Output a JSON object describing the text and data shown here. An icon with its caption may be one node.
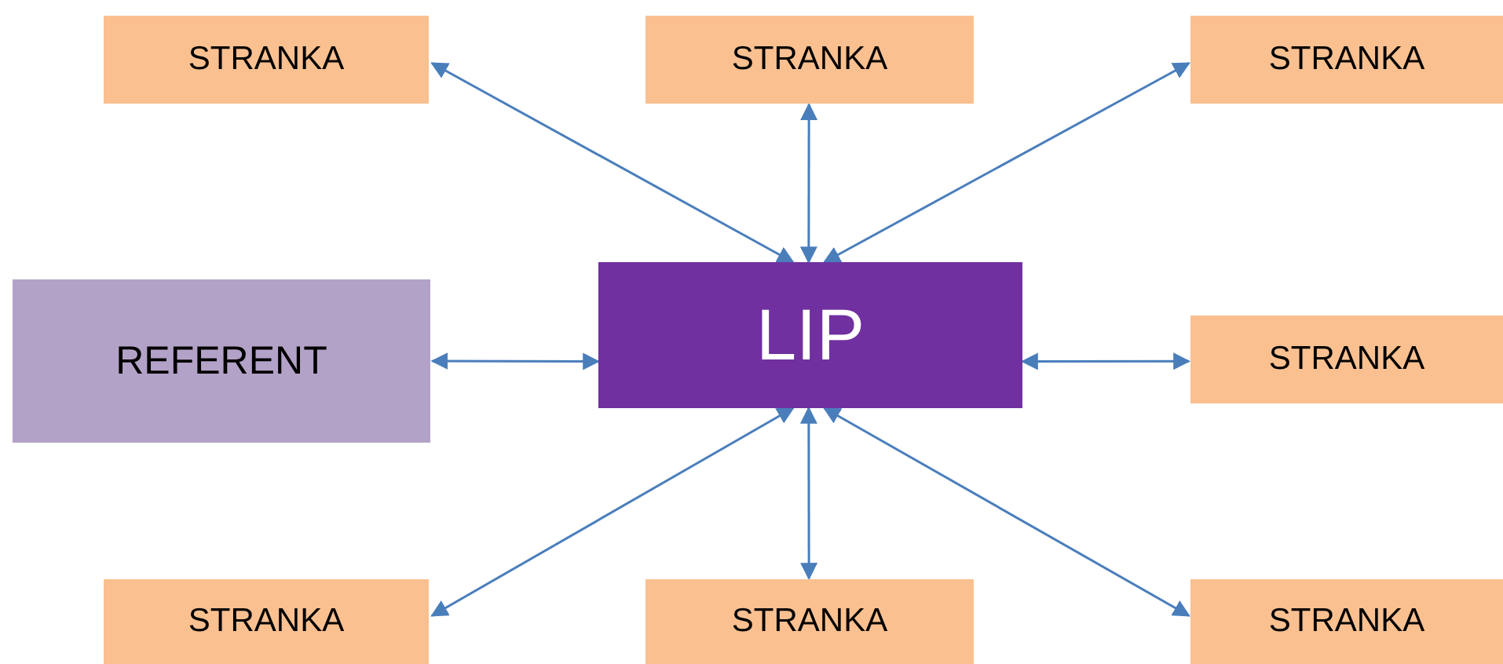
{
  "diagram": {
    "nodes": [
      {
        "text": [
          "STRANKA"
        ]
      },
      {
        "text": [
          "STRANKA"
        ]
      },
      {
        "text": [
          "STRANKA"
        ]
      },
      {
        "text": [
          "REFERENT"
        ]
      },
      {
        "text": [
          "LIP"
        ]
      },
      {
        "text": [
          "STRANKA"
        ]
      },
      {
        "text": [
          "STRANKA"
        ]
      },
      {
        "text": [
          "STRANKA"
        ]
      },
      {
        "text": [
          "STRANKA"
        ]
      }
    ],
    "edges": [
      {
        "from": 4,
        "to": 0,
        "arrow": "both"
      },
      {
        "from": 4,
        "to": 1,
        "arrow": "both"
      },
      {
        "from": 4,
        "to": 2,
        "arrow": "both"
      },
      {
        "from": 4,
        "to": 3,
        "arrow": "both"
      },
      {
        "from": 4,
        "to": 5,
        "arrow": "both"
      },
      {
        "from": 4,
        "to": 6,
        "arrow": "both"
      },
      {
        "from": 4,
        "to": 7,
        "arrow": "both"
      },
      {
        "from": 4,
        "to": 8,
        "arrow": "both"
      }
    ]
  }
}
